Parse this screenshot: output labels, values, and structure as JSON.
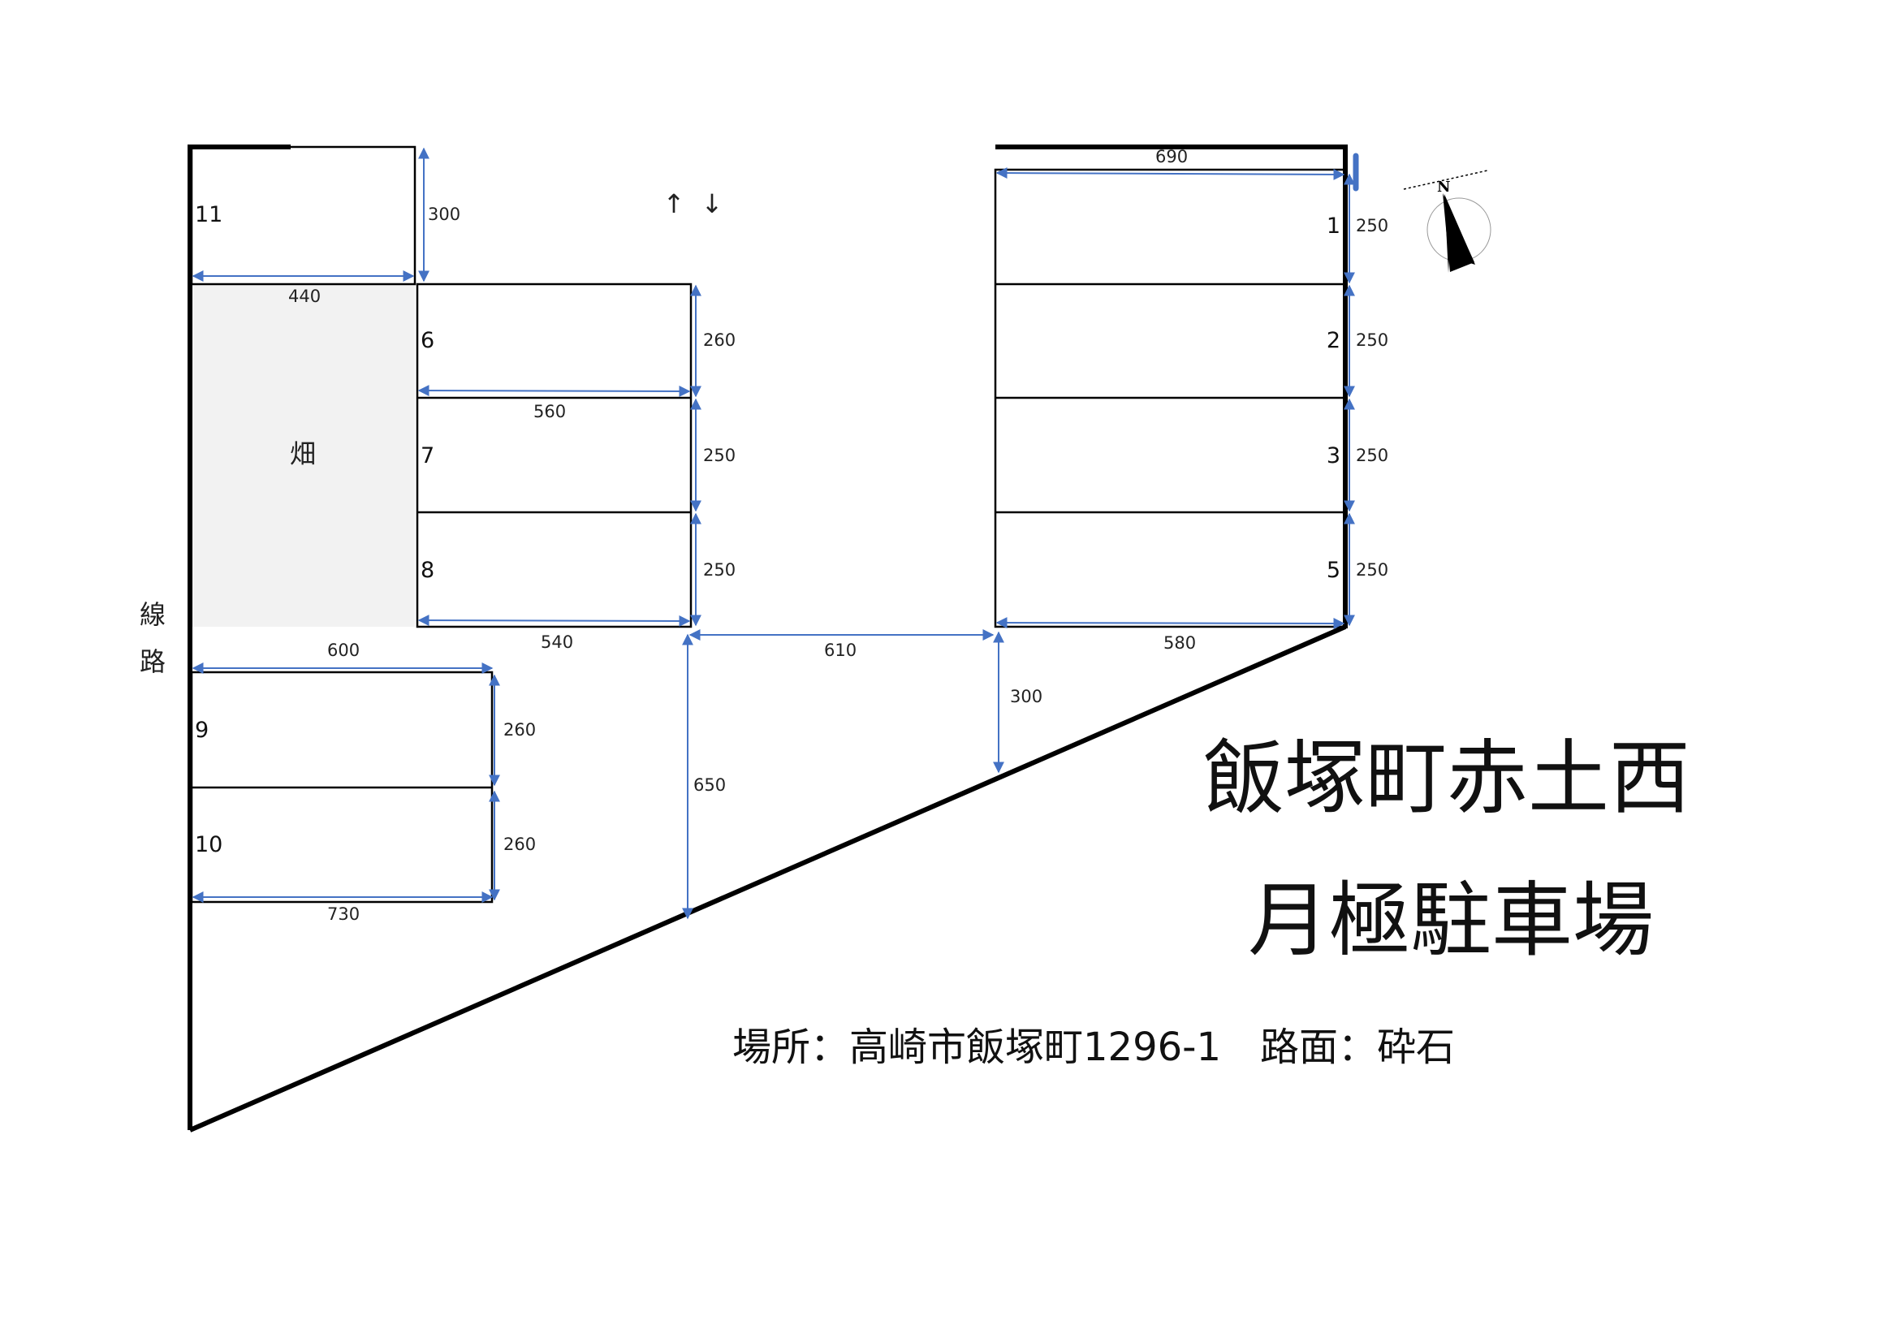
{
  "title_line1": "飯塚町赤土西",
  "title_line2": "月極駐車場",
  "address_line": "場所：高崎市飯塚町1296-1　路面：砕石",
  "field_label": "畑",
  "railway_label": [
    "線",
    "路"
  ],
  "traffic_arrows": [
    "↑",
    "↓"
  ],
  "compass_label": "N",
  "colors": {
    "dimension": "#4472C4",
    "field": "#F2F2F2",
    "line": "#000000"
  },
  "slots": {
    "s1": "1",
    "s2": "2",
    "s3": "3",
    "s5": "5",
    "s6": "6",
    "s7": "7",
    "s8": "8",
    "s9": "9",
    "s10": "10",
    "s11": "11"
  },
  "dimensions": {
    "d300_top": "300",
    "d440": "440",
    "d260_6": "260",
    "d560": "560",
    "d250_7": "250",
    "d250_8": "250",
    "d540": "540",
    "d610": "610",
    "d650": "650",
    "d300_right": "300",
    "d600": "600",
    "d260_9": "260",
    "d260_10": "260",
    "d730": "730",
    "d690": "690",
    "d250_1": "250",
    "d250_2": "250",
    "d250_3": "250",
    "d250_5": "250",
    "d580": "580"
  }
}
